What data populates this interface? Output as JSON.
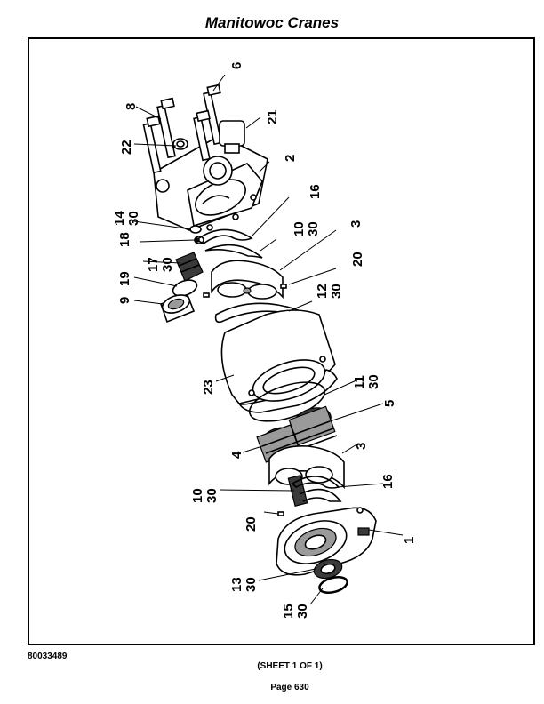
{
  "header": {
    "title": "Manitowoc Cranes"
  },
  "footer": {
    "doc_number": "80033489",
    "sheet": "(SHEET 1 OF 1)",
    "page": "Page 630"
  },
  "callouts": [
    "6",
    "8",
    "21",
    "22",
    "2",
    "16",
    "14",
    "30",
    "10",
    "30",
    "3",
    "18",
    "20",
    "17",
    "30",
    "19",
    "12",
    "30",
    "9",
    "23",
    "11",
    "30",
    "5",
    "4",
    "3",
    "10",
    "30",
    "16",
    "20",
    "1",
    "13",
    "30",
    "15",
    "30"
  ]
}
